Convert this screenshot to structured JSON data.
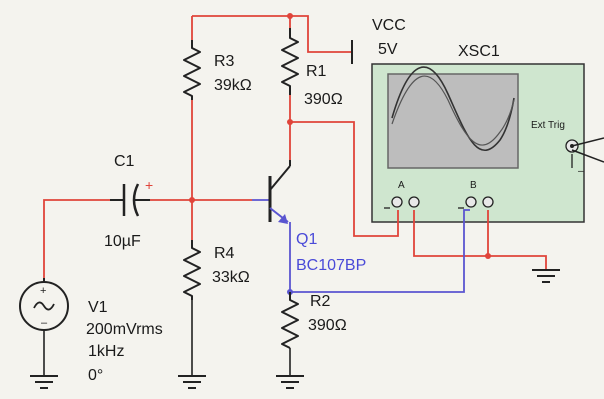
{
  "components": {
    "vcc": {
      "name": "VCC",
      "value": "5V"
    },
    "scope": {
      "name": "XSC1",
      "ext_trig": "Ext Trig",
      "channel_a": "A",
      "channel_b": "B"
    },
    "r3": {
      "name": "R3",
      "value": "39kΩ"
    },
    "r1": {
      "name": "R1",
      "value": "390Ω"
    },
    "c1": {
      "name": "C1",
      "value": "10µF"
    },
    "r4": {
      "name": "R4",
      "value": "33kΩ"
    },
    "q1": {
      "name": "Q1",
      "model": "BC107BP"
    },
    "r2": {
      "name": "R2",
      "value": "390Ω"
    },
    "v1": {
      "name": "V1",
      "amplitude": "200mVrms",
      "frequency": "1kHz",
      "phase": "0°"
    }
  },
  "colors": {
    "wire_red": "#e0443a",
    "wire_blue": "#5a55d0",
    "wire_black": "#222222",
    "scope_panel": "#cfe6cf",
    "scope_screen": "#bdbdbd"
  }
}
